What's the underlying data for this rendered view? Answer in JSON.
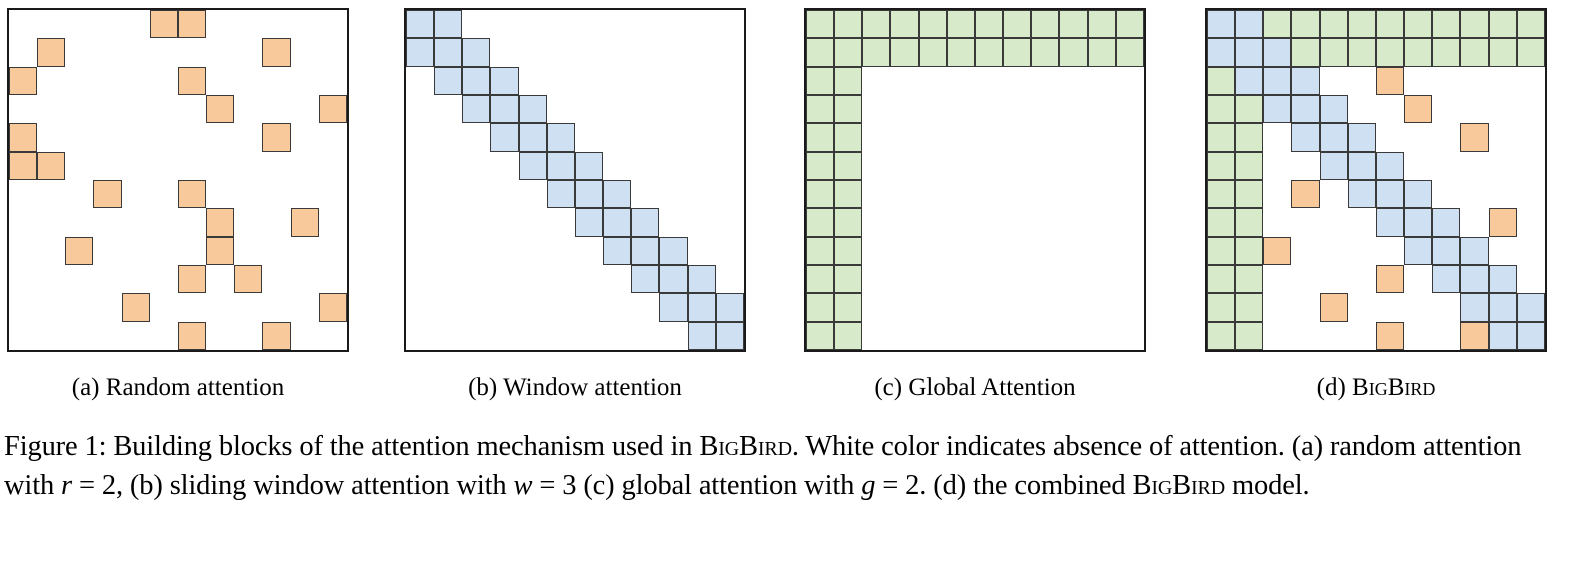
{
  "figure": {
    "label": "Figure 1",
    "caption_line1_a": "Figure 1: Building blocks of the attention mechanism used in ",
    "caption_bigbird_1": "BigBird",
    "caption_line1_b": ". White color indicates absence",
    "caption_line2_a": "of attention. (a) random attention with ",
    "caption_r": "r",
    "caption_eq1": " = 2",
    "caption_line2_b": ", (b) sliding window attention with ",
    "caption_w": "w",
    "caption_eq2": " = 3",
    "caption_line2_c": " (c) global",
    "caption_line3_a": "attention with ",
    "caption_g": "g",
    "caption_eq3": " = 2",
    "caption_line3_b": ". (d) the combined ",
    "caption_bigbird_2": "BigBird",
    "caption_line3_c": " model."
  },
  "colors": {
    "random": "#f8c99b",
    "window": "#cee0f2",
    "global": "#d7ebcb",
    "border": "#3a3a3a",
    "panel_border": "#1a1a1a",
    "background": "#ffffff"
  },
  "legend": {
    "random_meaning": "random attention",
    "window_meaning": "sliding window attention",
    "global_meaning": "global attention",
    "white_meaning": "absence of attention"
  },
  "parameters": {
    "grid_rows": 12,
    "grid_cols": 12,
    "r": 2,
    "w": 3,
    "g": 2
  },
  "panels": [
    {
      "id": "random",
      "caption_prefix": "(a)",
      "caption_text": "Random attention",
      "caption_smallcaps": false,
      "cells": [
        [
          "none",
          "none",
          "none",
          "none",
          "none",
          "random",
          "random",
          "none",
          "none",
          "none",
          "none",
          "none"
        ],
        [
          "none",
          "random",
          "none",
          "none",
          "none",
          "none",
          "none",
          "none",
          "none",
          "random",
          "none",
          "none"
        ],
        [
          "random",
          "none",
          "none",
          "none",
          "none",
          "none",
          "random",
          "none",
          "none",
          "none",
          "none",
          "none"
        ],
        [
          "none",
          "none",
          "none",
          "none",
          "none",
          "none",
          "none",
          "random",
          "none",
          "none",
          "none",
          "random"
        ],
        [
          "random",
          "none",
          "none",
          "none",
          "none",
          "none",
          "none",
          "none",
          "none",
          "random",
          "none",
          "none"
        ],
        [
          "random",
          "random",
          "none",
          "none",
          "none",
          "none",
          "none",
          "none",
          "none",
          "none",
          "none",
          "none"
        ],
        [
          "none",
          "none",
          "none",
          "random",
          "none",
          "none",
          "random",
          "none",
          "none",
          "none",
          "none",
          "none"
        ],
        [
          "none",
          "none",
          "none",
          "none",
          "none",
          "none",
          "none",
          "random",
          "none",
          "none",
          "random",
          "none"
        ],
        [
          "none",
          "none",
          "random",
          "none",
          "none",
          "none",
          "none",
          "random",
          "none",
          "none",
          "none",
          "none"
        ],
        [
          "none",
          "none",
          "none",
          "none",
          "none",
          "none",
          "random",
          "none",
          "random",
          "none",
          "none",
          "none"
        ],
        [
          "none",
          "none",
          "none",
          "none",
          "random",
          "none",
          "none",
          "none",
          "none",
          "none",
          "none",
          "random"
        ],
        [
          "none",
          "none",
          "none",
          "none",
          "none",
          "none",
          "random",
          "none",
          "none",
          "random",
          "none",
          "none"
        ]
      ]
    },
    {
      "id": "window",
      "caption_prefix": "(b)",
      "caption_text": "Window attention",
      "caption_smallcaps": false,
      "cells": [
        [
          "window",
          "window",
          "none",
          "none",
          "none",
          "none",
          "none",
          "none",
          "none",
          "none",
          "none",
          "none"
        ],
        [
          "window",
          "window",
          "window",
          "none",
          "none",
          "none",
          "none",
          "none",
          "none",
          "none",
          "none",
          "none"
        ],
        [
          "none",
          "window",
          "window",
          "window",
          "none",
          "none",
          "none",
          "none",
          "none",
          "none",
          "none",
          "none"
        ],
        [
          "none",
          "none",
          "window",
          "window",
          "window",
          "none",
          "none",
          "none",
          "none",
          "none",
          "none",
          "none"
        ],
        [
          "none",
          "none",
          "none",
          "window",
          "window",
          "window",
          "none",
          "none",
          "none",
          "none",
          "none",
          "none"
        ],
        [
          "none",
          "none",
          "none",
          "none",
          "window",
          "window",
          "window",
          "none",
          "none",
          "none",
          "none",
          "none"
        ],
        [
          "none",
          "none",
          "none",
          "none",
          "none",
          "window",
          "window",
          "window",
          "none",
          "none",
          "none",
          "none"
        ],
        [
          "none",
          "none",
          "none",
          "none",
          "none",
          "none",
          "window",
          "window",
          "window",
          "none",
          "none",
          "none"
        ],
        [
          "none",
          "none",
          "none",
          "none",
          "none",
          "none",
          "none",
          "window",
          "window",
          "window",
          "none",
          "none"
        ],
        [
          "none",
          "none",
          "none",
          "none",
          "none",
          "none",
          "none",
          "none",
          "window",
          "window",
          "window",
          "none"
        ],
        [
          "none",
          "none",
          "none",
          "none",
          "none",
          "none",
          "none",
          "none",
          "none",
          "window",
          "window",
          "window"
        ],
        [
          "none",
          "none",
          "none",
          "none",
          "none",
          "none",
          "none",
          "none",
          "none",
          "none",
          "window",
          "window"
        ]
      ]
    },
    {
      "id": "global",
      "caption_prefix": "(c)",
      "caption_text": "Global Attention",
      "caption_smallcaps": false,
      "cells": [
        [
          "global",
          "global",
          "global",
          "global",
          "global",
          "global",
          "global",
          "global",
          "global",
          "global",
          "global",
          "global"
        ],
        [
          "global",
          "global",
          "global",
          "global",
          "global",
          "global",
          "global",
          "global",
          "global",
          "global",
          "global",
          "global"
        ],
        [
          "global",
          "global",
          "none",
          "none",
          "none",
          "none",
          "none",
          "none",
          "none",
          "none",
          "none",
          "none"
        ],
        [
          "global",
          "global",
          "none",
          "none",
          "none",
          "none",
          "none",
          "none",
          "none",
          "none",
          "none",
          "none"
        ],
        [
          "global",
          "global",
          "none",
          "none",
          "none",
          "none",
          "none",
          "none",
          "none",
          "none",
          "none",
          "none"
        ],
        [
          "global",
          "global",
          "none",
          "none",
          "none",
          "none",
          "none",
          "none",
          "none",
          "none",
          "none",
          "none"
        ],
        [
          "global",
          "global",
          "none",
          "none",
          "none",
          "none",
          "none",
          "none",
          "none",
          "none",
          "none",
          "none"
        ],
        [
          "global",
          "global",
          "none",
          "none",
          "none",
          "none",
          "none",
          "none",
          "none",
          "none",
          "none",
          "none"
        ],
        [
          "global",
          "global",
          "none",
          "none",
          "none",
          "none",
          "none",
          "none",
          "none",
          "none",
          "none",
          "none"
        ],
        [
          "global",
          "global",
          "none",
          "none",
          "none",
          "none",
          "none",
          "none",
          "none",
          "none",
          "none",
          "none"
        ],
        [
          "global",
          "global",
          "none",
          "none",
          "none",
          "none",
          "none",
          "none",
          "none",
          "none",
          "none",
          "none"
        ],
        [
          "global",
          "global",
          "none",
          "none",
          "none",
          "none",
          "none",
          "none",
          "none",
          "none",
          "none",
          "none"
        ]
      ]
    },
    {
      "id": "bigbird",
      "caption_prefix": "(d)",
      "caption_text": "BigBird",
      "caption_smallcaps": true,
      "cells": [
        [
          "window",
          "window",
          "global",
          "global",
          "global",
          "global",
          "global",
          "global",
          "global",
          "global",
          "global",
          "global"
        ],
        [
          "window",
          "window",
          "window",
          "global",
          "global",
          "global",
          "global",
          "global",
          "global",
          "global",
          "global",
          "global"
        ],
        [
          "global",
          "window",
          "window",
          "window",
          "none",
          "none",
          "random",
          "none",
          "none",
          "none",
          "none",
          "none"
        ],
        [
          "global",
          "global",
          "window",
          "window",
          "window",
          "none",
          "none",
          "random",
          "none",
          "none",
          "none",
          "none"
        ],
        [
          "global",
          "global",
          "none",
          "window",
          "window",
          "window",
          "none",
          "none",
          "none",
          "random",
          "none",
          "none"
        ],
        [
          "global",
          "global",
          "none",
          "none",
          "window",
          "window",
          "window",
          "none",
          "none",
          "none",
          "none",
          "none"
        ],
        [
          "global",
          "global",
          "none",
          "random",
          "none",
          "window",
          "window",
          "window",
          "none",
          "none",
          "none",
          "none"
        ],
        [
          "global",
          "global",
          "none",
          "none",
          "none",
          "none",
          "window",
          "window",
          "window",
          "none",
          "random",
          "none"
        ],
        [
          "global",
          "global",
          "random",
          "none",
          "none",
          "none",
          "none",
          "window",
          "window",
          "window",
          "none",
          "none"
        ],
        [
          "global",
          "global",
          "none",
          "none",
          "none",
          "none",
          "random",
          "none",
          "window",
          "window",
          "window",
          "none"
        ],
        [
          "global",
          "global",
          "none",
          "none",
          "random",
          "none",
          "none",
          "none",
          "none",
          "window",
          "window",
          "window"
        ],
        [
          "global",
          "global",
          "none",
          "none",
          "none",
          "none",
          "random",
          "none",
          "none",
          "random",
          "window",
          "window"
        ]
      ]
    }
  ]
}
